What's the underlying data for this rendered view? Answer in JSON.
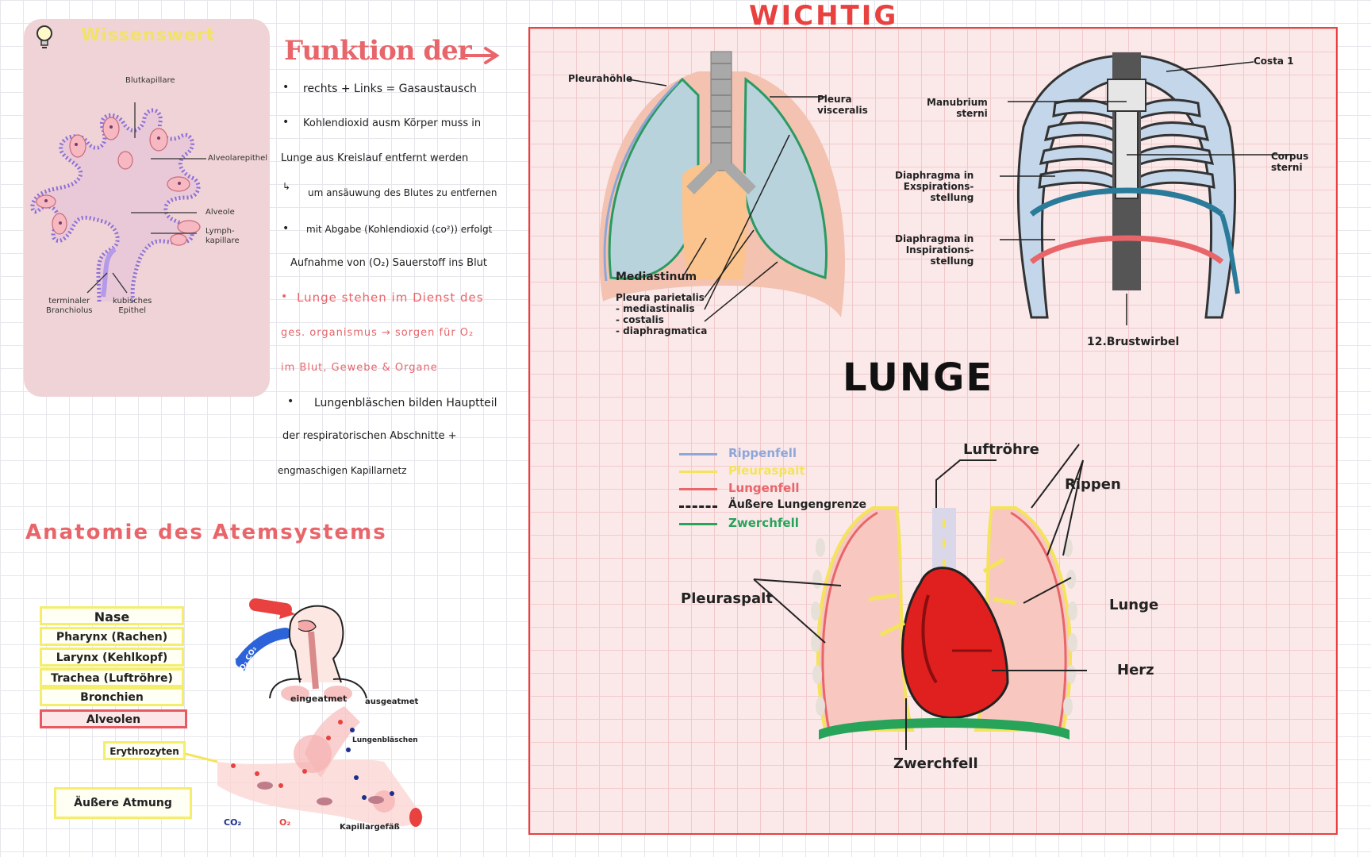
{
  "wissenswert": {
    "title": "Wissenswert",
    "labels": {
      "blutkapillare": "Blutkapillare",
      "alveolarepithel": "Alveolarepithel",
      "alveole": "Alveole",
      "lymphkapillare": "Lymph-\nkapillare",
      "terminaler": "terminaler\nBranchiolus",
      "kubisches": "kubisches\nEpithel"
    }
  },
  "funktion": {
    "title": "Funktion der",
    "lines": [
      "rechts + Links = Gasaustausch",
      "Kohlendioxid ausm Körper muss in",
      "Lunge aus Kreislauf entfernt werden",
      "um ansäuwung des Blutes zu entfernen",
      "mit Abgabe (Kohlendioxid (co²)) erfolgt",
      "Aufnahme von (O₂) Sauerstoff ins Blut",
      "Lunge stehen im Dienst des",
      "ges. organismus → sorgen für O₂",
      "im Blut, Gewebe & Organe",
      "Lungenbläschen bilden Hauptteil",
      "der respiratorischen Abschnitte +",
      "engmaschigen Kapillarnetz"
    ]
  },
  "anatomie": {
    "title": "Anatomie des Atemsystems",
    "boxes": [
      "Nase",
      "Pharynx (Rachen)",
      "Larynx (Kehlkopf)",
      "Trachea (Luftröhre)",
      "Bronchien",
      "Alveolen"
    ],
    "erythrozyten": "Erythrozyten",
    "aeussere": "Äußere Atmung",
    "eingeatmet": "eingeatmet",
    "ausgeatmet": "ausgeatmet",
    "lungenblaeschen": "Lungenbläschen",
    "co2": "CO₂",
    "o2": "O₂",
    "kapillargefaess": "Kapillargefäß",
    "o2_arrow": "O₂ O₂",
    "co2_arrow": "CO₂ CO₂"
  },
  "wichtig": {
    "title": "WICHTIG",
    "lunge_title": "LUNGE",
    "lung1": {
      "pleurahoehle": "Pleurahöhle",
      "pleura_visceralis": "Pleura\nvisceralis",
      "mediastinum": "Mediastinum",
      "pleura_parietalis": "Pleura parietalis\n- mediastinalis\n- costalis\n- diaphragmatica"
    },
    "ribcage": {
      "costa": "Costa 1",
      "manubrium": "Manubrium\nsterni",
      "corpus": "Corpus\nsterni",
      "exspiration": "Diaphragma in\nExspirations-\nstellung",
      "inspiration": "Diaphragma in\nInspirations-\nstellung",
      "brustwirbel": "12.Brustwirbel"
    },
    "legend": [
      {
        "label": "Rippenfell",
        "color": "#8fa6d8"
      },
      {
        "label": "Pleuraspalt",
        "color": "#f4e35c"
      },
      {
        "label": "Lungenfell",
        "color": "#e8656a"
      },
      {
        "label": "Äußere Lungengrenze",
        "color": "#222222"
      },
      {
        "label": "Zwerchfell",
        "color": "#27a35a"
      }
    ],
    "lung2": {
      "luftroehre": "Luftröhre",
      "rippen": "Rippen",
      "pleuraspalt": "Pleuraspalt",
      "lunge": "Lunge",
      "herz": "Herz",
      "zwerchfell": "Zwerchfell"
    }
  }
}
